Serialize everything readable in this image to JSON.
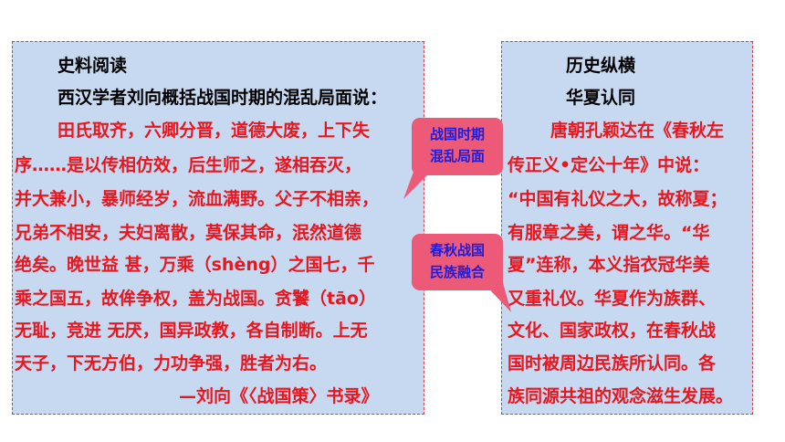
{
  "left_panel": {
    "heading": "史料阅读",
    "intro": "西汉学者刘向概括战国时期的混乱局面说：",
    "quote_lines": [
      "田氏取齐，六卿分晋，道德大废，上下失",
      "序……是以传相仿效，后生师之，遂相吞灭，",
      "并大兼小，暴师经岁，流血满野。父子不相亲，",
      "兄弟不相安，夫妇离散，莫保其命，泯然道德",
      "绝矣。晚世益 甚，万乘（shèng）之国七，千",
      "乘之国五，故侔争权，盖为战国。贪饕（tāo）",
      "无耻，竞进 无厌，国异政教，各自制断。上无",
      "天子，下无方伯，力功争强，胜者为右。"
    ],
    "source": "—刘向《〈战国策〉书录》"
  },
  "callouts": [
    {
      "line1": "战国时期",
      "line2": "混乱局面"
    },
    {
      "line1": "春秋战国",
      "line2": "民族融合"
    }
  ],
  "right_panel": {
    "heading": "历史纵横",
    "subheading": "华夏认同",
    "lines": [
      "唐朝孔颖达在《春秋左",
      "传正义•定公十年》中说：",
      "“中国有礼仪之大，故称夏；",
      "有服章之美，谓之华。“华",
      "夏”连称，本义指衣冠华美",
      "又重礼仪。华夏作为族群、",
      "文化、国家政权，在春秋战",
      "国时被周边民族所认同。各",
      "族同源共祖的观念滋生发展。"
    ]
  },
  "colors": {
    "panel_bg": "#c6d9f1",
    "border": "#e03c3c",
    "quote_text": "#e8161e",
    "callout_bg": "#ec5a78",
    "callout_text": "#1b1de0"
  }
}
